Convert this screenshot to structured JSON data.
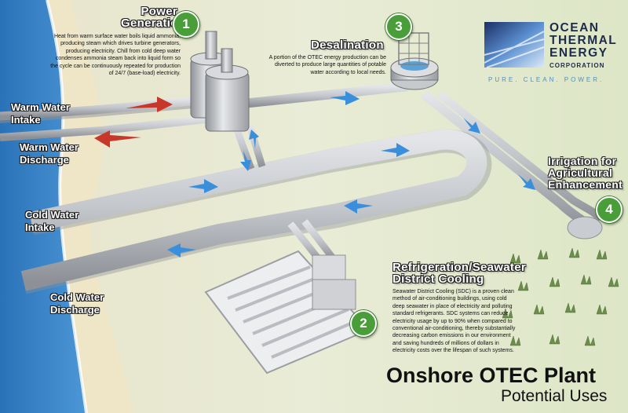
{
  "title": "Onshore OTEC Plant",
  "subtitle": "Potential Uses",
  "logo": {
    "line1": "OCEAN",
    "line2": "THERMAL",
    "line3": "ENERGY",
    "line4": "CORPORATION",
    "tagline": "PURE. CLEAN. POWER."
  },
  "sections": {
    "power": {
      "number": "1",
      "heading_line1": "Power",
      "heading_line2": "Generation",
      "text": "Heat from warm surface water boils liquid ammonia, producing steam which drives turbine generators, producing electricity. Chill from cold deep water condenses ammonia steam back into liquid form so the cycle can be continuously repeated for production of 24/7 (base-load) electricity."
    },
    "desal": {
      "number": "3",
      "heading": "Desalination",
      "text": "A portion of the OTEC energy production can be diverted to produce large quantities of potable water according to local needs."
    },
    "irrigation": {
      "number": "4",
      "heading_line1": "Irrigation for",
      "heading_line2": "Agricultural",
      "heading_line3": "Enhancement"
    },
    "cooling": {
      "number": "2",
      "heading_line1": "Refrigeration/Seawater",
      "heading_line2": "District Cooling",
      "text": "Seawater District Cooling (SDC) is a proven clean method of air-conditioning buildings, using cold deep seawater in place of electricity and polluting standard refrigerants. SDC systems can reduce electricity usage by up to 90% when compared to conventional air-conditioning, thereby substantially decreasing carbon emissions in our environment and saving hundreds of millions of dollars in electricity costs over the lifespan of such systems."
    }
  },
  "pipe_labels": {
    "warm_intake_1": "Warm Water",
    "warm_intake_2": "Intake",
    "warm_discharge_1": "Warm Water",
    "warm_discharge_2": "Discharge",
    "cold_intake_1": "Cold Water",
    "cold_intake_2": "Intake",
    "cold_discharge_1": "Cold Water",
    "cold_discharge_2": "Discharge"
  },
  "colors": {
    "ocean": "#2f7fc4",
    "beach": "#efe6c8",
    "land": "#e6ead2",
    "pipe": "#c3c6cb",
    "flow_arrow": "#3a8fdc",
    "warm_arrow": "#c8382a",
    "badge": "#4a9e3a"
  }
}
